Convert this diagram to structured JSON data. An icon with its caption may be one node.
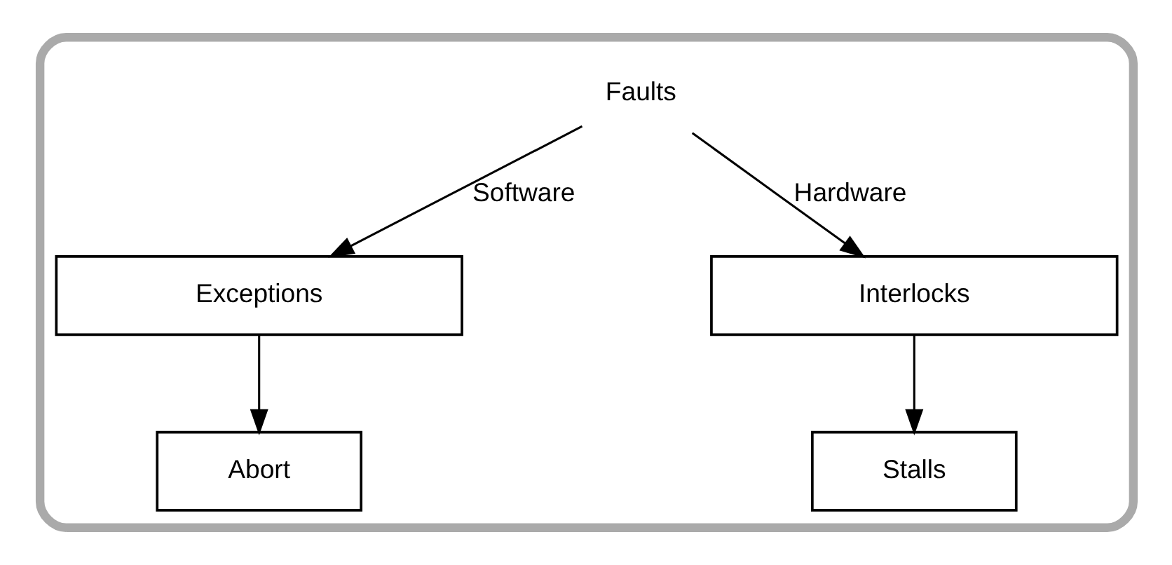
{
  "diagram": {
    "nodes": [
      {
        "text": [],
        "shape": "box"
      },
      {
        "text": [
          "Faults"
        ],
        "in": 0
      },
      {
        "text": [
          "Exceptions"
        ],
        "in": 0
      },
      {
        "text": [
          "Interlocks"
        ],
        "in": 0
      },
      {
        "text": [
          "Abort"
        ],
        "in": 0
      },
      {
        "text": [
          "Stalls"
        ],
        "in": 0
      }
    ],
    "edges": [
      {
        "from": 1,
        "to": 2,
        "arrow": "to",
        "label": "Software"
      },
      {
        "from": 1,
        "to": 3,
        "arrow": "to",
        "label": "Hardware"
      },
      {
        "from": 2,
        "to": 4,
        "arrow": "to"
      },
      {
        "from": 3,
        "to": 5,
        "arrow": "to"
      }
    ]
  }
}
